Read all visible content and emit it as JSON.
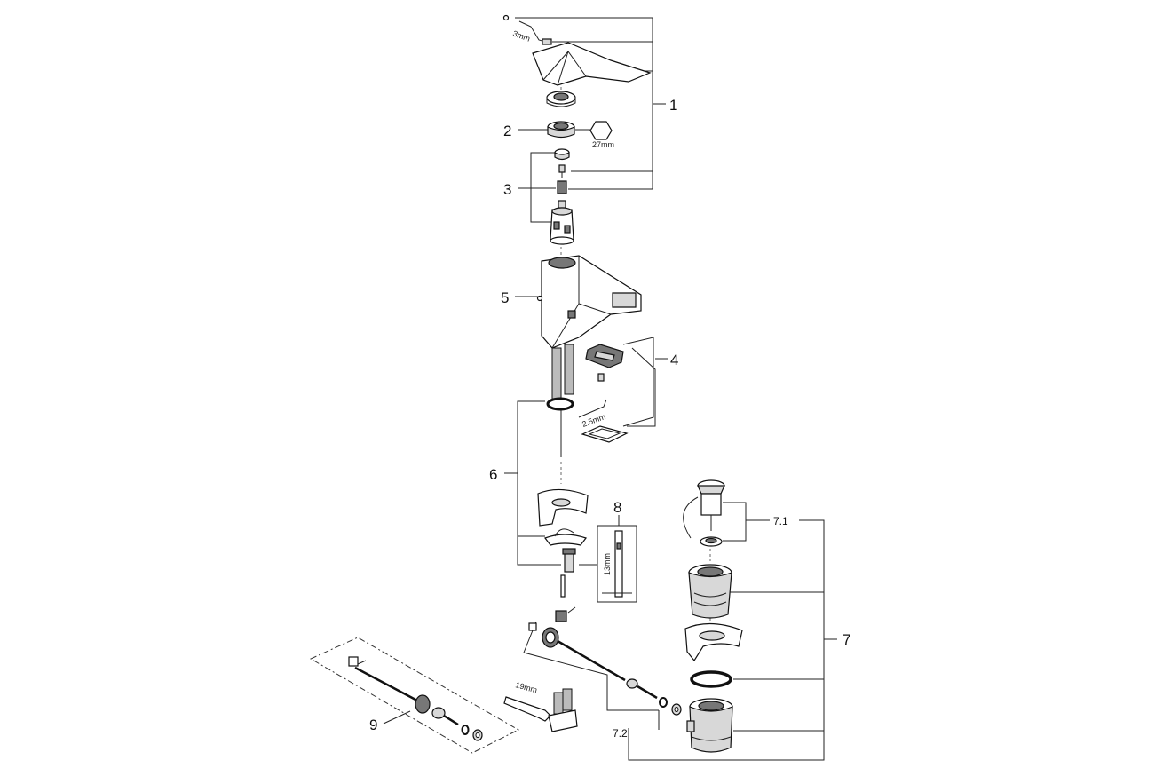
{
  "callouts": {
    "c1": "1",
    "c2": "2",
    "c3": "3",
    "c4": "4",
    "c5": "5",
    "c6": "6",
    "c7": "7",
    "c71": "7.1",
    "c72": "7.2",
    "c8": "8",
    "c9": "9"
  },
  "tool_sizes": {
    "hex_key_top": "3mm",
    "hex_nut": "27mm",
    "hex_key_aerator": "2.5mm",
    "wrench_8": "13mm",
    "wrench_bottom": "19mm"
  },
  "colors": {
    "line": "#222222",
    "fill_light": "#d8d8d8",
    "fill_dark": "#777777"
  }
}
